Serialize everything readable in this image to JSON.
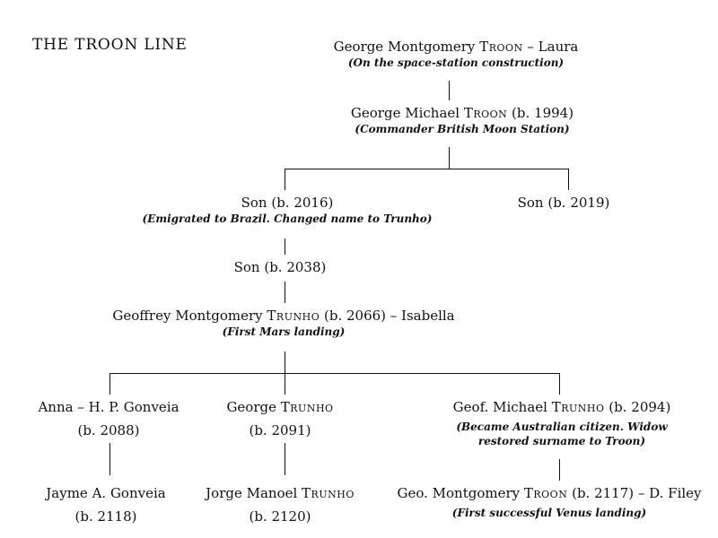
{
  "title": "THE TROON LINE",
  "generations": {
    "g1": {
      "pre": "George Montgomery ",
      "surname": "Troon",
      "post": " – Laura",
      "note": "(On the space-station construction)"
    },
    "g2": {
      "pre": "George Michael ",
      "surname": "Troon",
      "post": " (b. 1994)",
      "note": "(Commander British Moon Station)"
    },
    "g3a": {
      "name": "Son (b. 2016)",
      "note": "(Emigrated to Brazil. Changed name to Trunho)"
    },
    "g3b": {
      "name": "Son (b. 2019)"
    },
    "g4": {
      "name": "Son (b. 2038)"
    },
    "g5": {
      "pre": "Geoffrey Montgomery ",
      "surname": "Trunho",
      "post": " (b. 2066) – Isabella",
      "note": "(First Mars landing)"
    },
    "g6a": {
      "name": "Anna – H. P. Gonveia",
      "born": "(b. 2088)"
    },
    "g6b": {
      "pre": "George ",
      "surname": "Trunho",
      "born": "(b. 2091)"
    },
    "g6c": {
      "pre": "Geof. Michael ",
      "surname": "Trunho",
      "post": " (b. 2094)",
      "note1": "(Became Australian citizen. Widow",
      "note2": "restored surname to Troon)"
    },
    "g7a": {
      "name": "Jayme A. Gonveia",
      "born": "(b. 2118)"
    },
    "g7b": {
      "pre": "Jorge Manoel ",
      "surname": "Trunho",
      "born": "(b. 2120)"
    },
    "g7c": {
      "pre": "Geo. Montgomery ",
      "surname": "Troon",
      "post": " (b. 2117) – D. Filey",
      "note": "(First successful Venus landing)"
    }
  }
}
